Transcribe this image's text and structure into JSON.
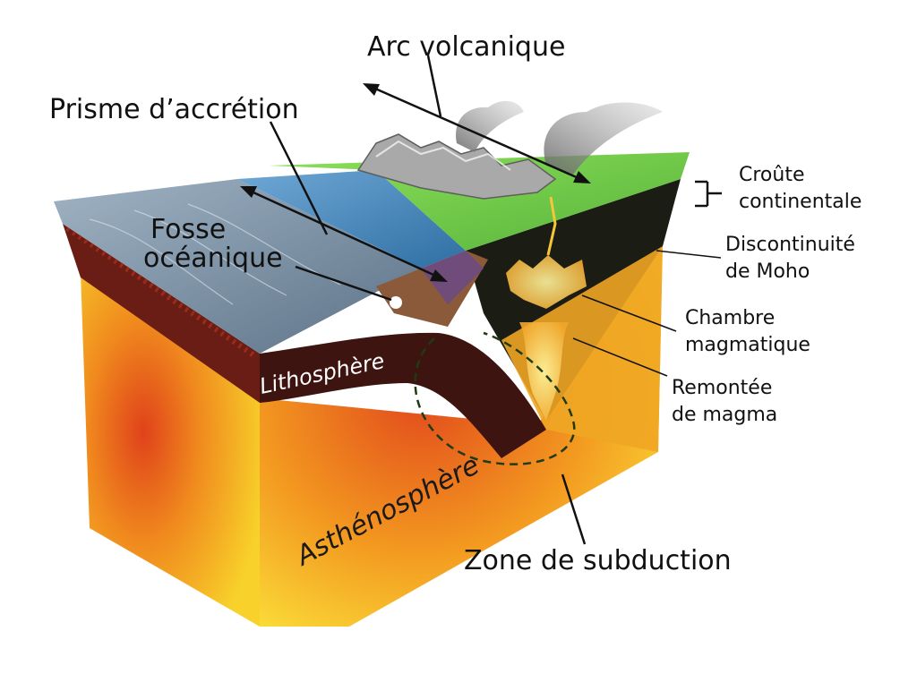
{
  "labels": {
    "arc_volcanique": "Arc volcanique",
    "prisme_accretion": "Prisme d’accrétion",
    "fosse_oceanique": [
      "Fosse",
      "océanique"
    ],
    "croute_continentale": [
      "Croûte",
      "continentale"
    ],
    "discontinuite_moho": [
      "Discontinuité",
      "de Moho"
    ],
    "chambre_magmatique": [
      "Chambre",
      "magmatique"
    ],
    "remontee_magma": [
      "Remontée",
      "de magma"
    ],
    "lithosphere": "Lithosphère",
    "asthenosphere": "Asthénosphère",
    "zone_subduction": "Zone de subduction"
  },
  "colors": {
    "ocean_surface": "#7d93a8",
    "sea": "#4f8fc4",
    "land": "#7fd14e",
    "continental_crust": "#1b1d14",
    "lithosphere": "#4a1a12",
    "asthenosphere_hot": "#e85a1a",
    "asthenosphere_warm": "#f6b21e",
    "magma": "#f7d34a",
    "mountains": "#a8a8a8",
    "label_text": "#111111",
    "layer_text": "#ffffff"
  }
}
